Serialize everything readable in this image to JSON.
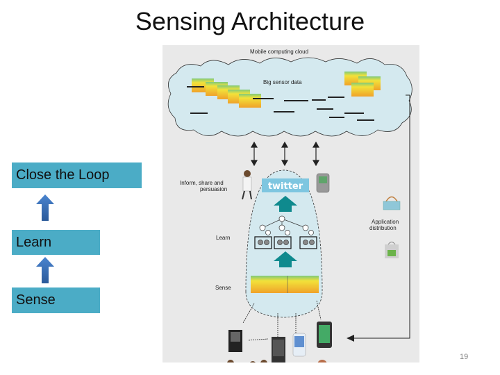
{
  "slide": {
    "title": "Sensing Architecture",
    "page_number": "19"
  },
  "steps": [
    {
      "label": "Close the Loop"
    },
    {
      "label": "Learn"
    },
    {
      "label": "Sense"
    }
  ],
  "figure": {
    "cloud_title": "Mobile computing cloud",
    "cloud_label": "Big sensor data",
    "inform_label_line1": "Inform, share and",
    "inform_label_line2": "persuasion",
    "twitter_label": "twitter",
    "learn_label": "Learn",
    "sense_label": "Sense",
    "app_dist_line1": "Application",
    "app_dist_line2": "distribution"
  },
  "colors": {
    "step_box": "#4bacc6",
    "step_arrow": "#3a6fb7",
    "figure_bg": "#e9e9e9",
    "cloud_fill": "#d4e9ef",
    "teal_arrow": "#0f8a8e",
    "twitter_bg": "#7ec6e0"
  }
}
